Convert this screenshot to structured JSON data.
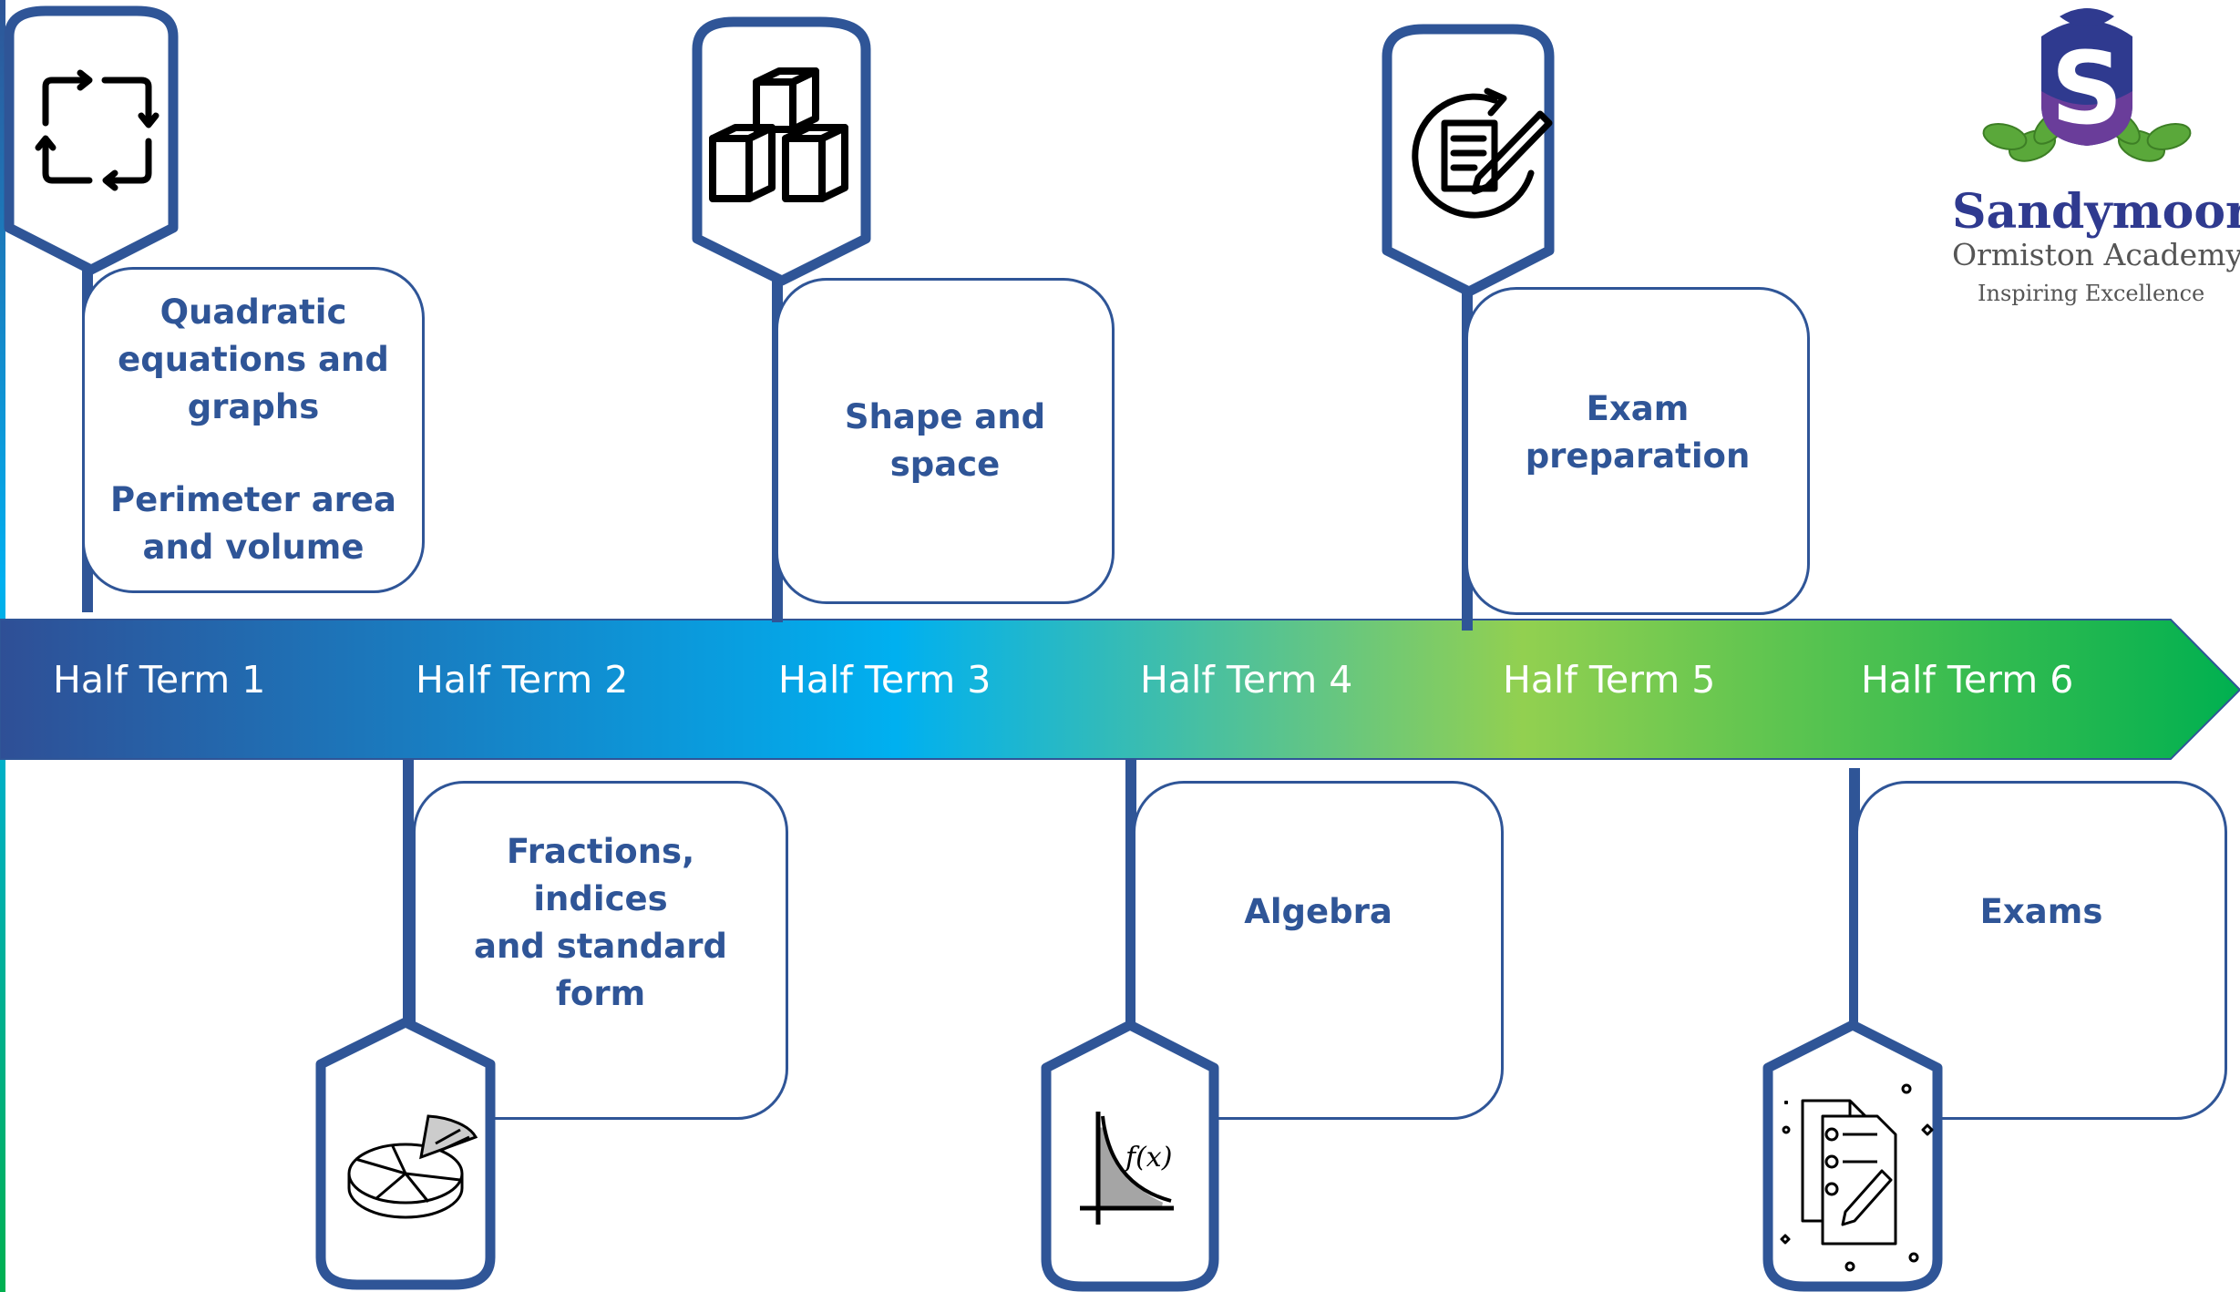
{
  "colors": {
    "accent": "#2f5597",
    "arrow_start": "#2f4f96",
    "arrow_mid": "#00b0f0",
    "arrow_light": "#92d050",
    "arrow_end": "#00b050"
  },
  "timeline": {
    "terms": [
      {
        "label": "Half Term 1"
      },
      {
        "label": "Half Term 2"
      },
      {
        "label": "Half Term 3"
      },
      {
        "label": "Half Term 4"
      },
      {
        "label": "Half Term 5"
      },
      {
        "label": "Half Term 6"
      }
    ]
  },
  "topics": {
    "ht1": {
      "line1": "Quadratic",
      "line2": "equations and",
      "line3": "graphs",
      "line4": "Perimeter area",
      "line5": "and volume",
      "icon": "cycle-arrows-icon"
    },
    "ht2": {
      "line1": "Fractions, indices",
      "line2": "and standard form",
      "icon": "pie-chart-icon"
    },
    "ht3": {
      "line1": "Shape and space",
      "icon": "cubes-icon"
    },
    "ht4": {
      "line1": "Algebra",
      "icon": "function-graph-icon",
      "icon_text": "f(x)"
    },
    "ht5": {
      "line1": "Exam",
      "line2": "preparation",
      "icon": "document-edit-icon"
    },
    "ht6": {
      "line1": "Exams",
      "icon": "exam-papers-icon"
    }
  },
  "logo": {
    "letter": "S",
    "name": "Sandymoor",
    "subtitle": "Ormiston Academy",
    "tagline": "Inspiring Excellence"
  }
}
